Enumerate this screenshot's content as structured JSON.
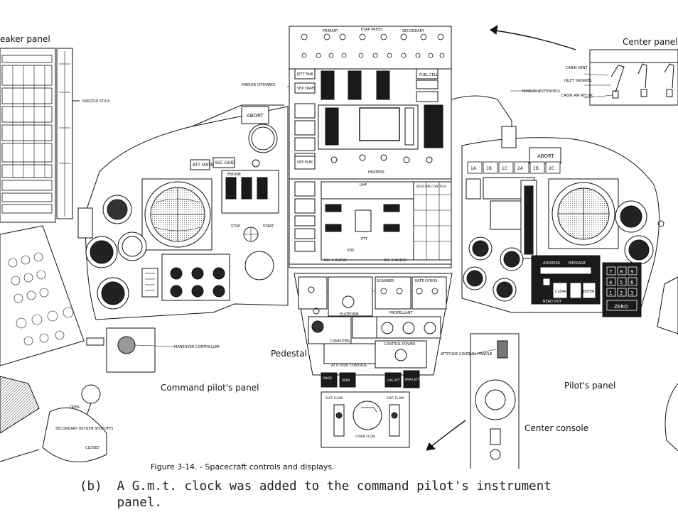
{
  "labels": {
    "breaker_panel": "eaker panel",
    "center_panel": "Center panel",
    "pedestal": "Pedestal",
    "command_pilots_panel": "Command pilot's panel",
    "pilots_panel": "Pilot's panel",
    "center_console": "Center console"
  },
  "callouts": {
    "swizzle_stick": "SWIZZLE STICK",
    "mirror_stowed": "MIRROR (STOWED)",
    "mirror_extended": "MIRROR (EXTENDED)",
    "cabin_vent": "CABIN VENT",
    "inlet_snorkel": "INLET SNORKEL",
    "cabin_air_recirc": "CABIN AIR RECIRC",
    "maneuver_controller": "MANEUVER CONTROLLER",
    "attitude_control_handle": "ATTITUDE CONTROL HANDLE",
    "secondary_oxygen_shutoffs": "SECONDARY OXYGEN SHUTOFFS",
    "open": "OPEN",
    "closed": "CLOSED"
  },
  "panel_text": {
    "abort": "ABORT",
    "att_mate": "ATT MATE",
    "ssc_guid": "SSC GUID",
    "engine": "ENGINE",
    "primary": "PRIMARY",
    "evap_press": "EVAP PRESS",
    "secondary": "SECONDARY",
    "jett_fair": "JETT FAIR",
    "fuel_cell": "FUEL CELL",
    "sep_oams": "SEP OAMS",
    "sep_elec": "SEP ELEC",
    "heaters": "HEATERS",
    "uhf": "UHF",
    "ptt": "PTT",
    "vox": "VOX",
    "no1_audio": "NO. 1 AUDIO",
    "no2_audio": "NO. 2 AUDIO",
    "rate_gyros": "RATE GYROS",
    "scanner": "SCANNER",
    "propellant": "PROPELLANT",
    "platform": "PLATFORM",
    "computer": "COMPUTER",
    "attitude_control": "ATTITUDE CONTROL",
    "control_power": "CONTROL POWER",
    "cabin_flow": "CABIN FLOW",
    "suit_flow": "SUIT FLOW",
    "zero": "ZERO",
    "enter": "ENTER",
    "clear": "CLEAR",
    "read_out": "READ OUT",
    "address": "ADDRESS",
    "message": "MESSAGE",
    "rndz": "RNDZ",
    "para": "PARA",
    "para_jett": "PARA JETT",
    "lg_abt": "LDG ATT",
    "beacon_control": "BEACON CONTROL",
    "stop": "STOP",
    "start": "START",
    "keypad": [
      "7",
      "8",
      "9",
      "4",
      "5",
      "6",
      "1",
      "2",
      "3"
    ],
    "seq_lights": [
      "1A",
      "1B",
      "1C",
      "2A",
      "2B",
      "2C"
    ]
  },
  "caption": "Figure 3-14. - Spacecraft controls and displays.",
  "body_text": {
    "line1": "(b)  A G.m.t. clock was added to the command pilot's instrument",
    "line2": "     panel."
  },
  "colors": {
    "ink": "#111111",
    "paper": "#ffffff",
    "dark_fill": "#1a1a1a",
    "mid_fill": "#777777"
  }
}
